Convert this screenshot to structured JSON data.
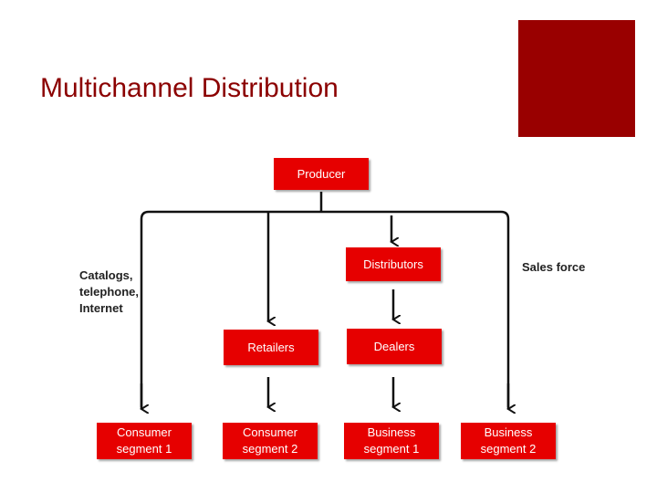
{
  "slide": {
    "title": "Multichannel Distribution",
    "accent_color": "#990000",
    "title_color": "#8b0000"
  },
  "diagram": {
    "box_color": "#e60000",
    "nodes": {
      "producer": "Producer",
      "distributors": "Distributors",
      "retailers": "Retailers",
      "dealers": "Dealers",
      "consumer_segment_1": [
        "Consumer",
        "segment 1"
      ],
      "consumer_segment_2": [
        "Consumer",
        "segment 2"
      ],
      "business_segment_1": [
        "Business",
        "segment 1"
      ],
      "business_segment_2": [
        "Business",
        "segment 2"
      ]
    },
    "labels": {
      "left_channel": [
        "Catalogs,",
        "telephone,",
        "Internet"
      ],
      "right_channel": "Sales force"
    }
  }
}
